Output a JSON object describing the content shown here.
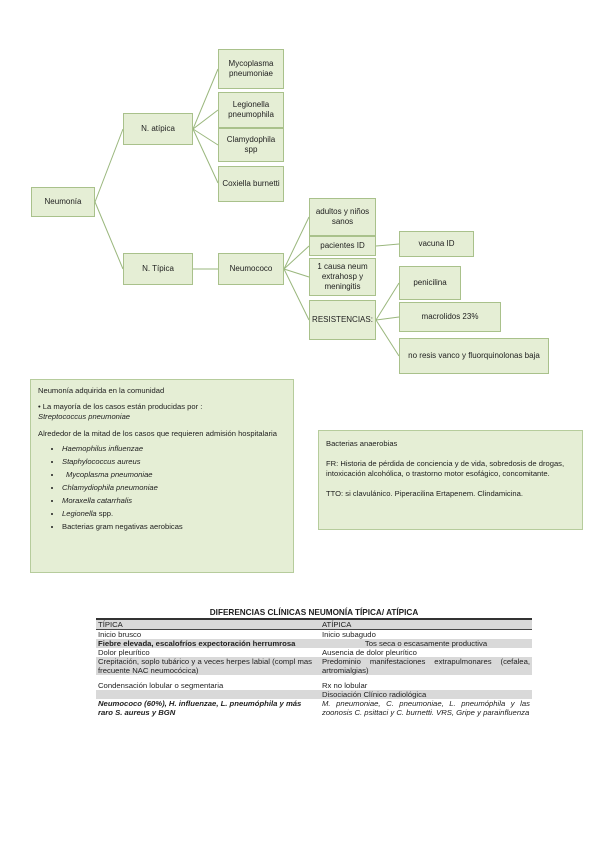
{
  "diagram": {
    "root": "Neumonía",
    "atypical": {
      "label": "N. atípica",
      "children": [
        "Mycoplasma pneumoniae",
        "Legionella pneumophila",
        "Clamydophila spp",
        "Coxiella burnetti"
      ]
    },
    "typical": {
      "label": "N. Típica",
      "pathogen": "Neumococo",
      "children": [
        "adultos y niños sanos",
        "pacientes ID",
        "1 causa neum extrahosp y meningitis",
        "RESISTENCIAS:"
      ],
      "vaccine": "vacuna ID",
      "resistances": [
        "penicilina",
        "macrolidos 23%",
        "no resis vanco y fluorquinolonas baja"
      ]
    }
  },
  "community_panel": {
    "title": "Neumonía adquirida en la comunidad",
    "line1": "• La mayoría de los casos están producidas por :",
    "line1_organism": "Streptococcus pneumoniae",
    "line2": "Alrededor de la mitad de los casos que requieren admisión hospitalaria",
    "items": [
      "Haemophilus influenzae",
      "Staphylococcus aureus",
      "Mycoplasma pneumoniae",
      "Chlamydiophila pneumoniae",
      "Moraxella catarrhalis",
      "Legionella",
      "Bacterias gram negativas aerobicas"
    ],
    "legionella_suffix": " spp."
  },
  "anaerobic_panel": {
    "title": "Bacterias anaerobias",
    "fr": "FR: Historia de pérdida de conciencia y de vida, sobredosis de drogas, intoxicación alcohólica, o trastorno motor esofágico, concomitante.",
    "tto": "TTO: si clavulánico. Piperacilina Ertapenem. Clindamicina."
  },
  "table": {
    "title": "DIFERENCIAS CLÍNICAS NEUMONÍA TÍPICA/ ATÍPICA",
    "head_left": "TÍPICA",
    "head_right": "ATÍPICA",
    "rows": [
      [
        "Inicio brusco",
        "Inicio subagudo"
      ],
      [
        "Fiebre elevada, escalofríos expectoración herrumrosa",
        "Tos seca o escasamente productiva"
      ],
      [
        "Dolor pleurítico",
        "Ausencia de dolor pleurítico"
      ],
      [
        "Crepitación, soplo tubárico y a veces herpes labial (compl mas frecuente NAC neumocócica)",
        "Predominio manifestaciones extrapulmonares (cefalea, artromialgias)"
      ],
      [
        "Condensación lobular o segmentaria",
        "Rx no lobular"
      ],
      [
        "",
        "Disociación Clínico radiológica"
      ],
      [
        "Neumococo (60%), H. influenzae, L. pneumóphila y más raro S. aureus y BGN",
        "M. pneumoniae, C. pneumoniae, L. pneumóphila y las zoonosis C. psittaci y C. burnetti. VRS, Gripe y parainfluenza"
      ]
    ]
  },
  "colors": {
    "box_fill": "#e5eed5",
    "box_border": "#a9c18b",
    "connector": "#9ab77d"
  }
}
